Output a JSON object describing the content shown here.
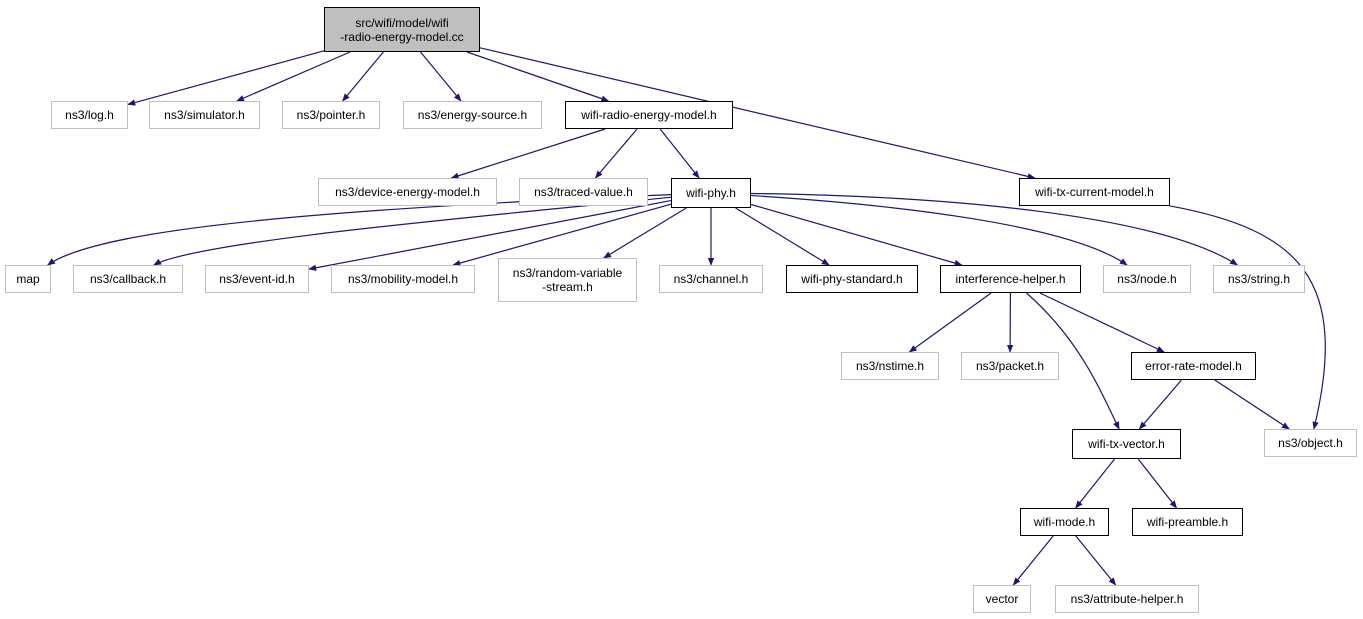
{
  "nodes": {
    "root": "src/wifi/model/wifi\n-radio-energy-model.cc",
    "log": "ns3/log.h",
    "simulator": "ns3/simulator.h",
    "pointer": "ns3/pointer.h",
    "energy_source": "ns3/energy-source.h",
    "wifi_radio_energy_model": "wifi-radio-energy-model.h",
    "device_energy_model": "ns3/device-energy-model.h",
    "traced_value": "ns3/traced-value.h",
    "wifi_phy": "wifi-phy.h",
    "wifi_tx_current_model": "wifi-tx-current-model.h",
    "map": "map",
    "callback": "ns3/callback.h",
    "event_id": "ns3/event-id.h",
    "mobility_model": "ns3/mobility-model.h",
    "random_variable_stream": "ns3/random-variable\n-stream.h",
    "channel": "ns3/channel.h",
    "wifi_phy_standard": "wifi-phy-standard.h",
    "interference_helper": "interference-helper.h",
    "node": "ns3/node.h",
    "string": "ns3/string.h",
    "nstime": "ns3/nstime.h",
    "packet": "ns3/packet.h",
    "error_rate_model": "error-rate-model.h",
    "wifi_tx_vector": "wifi-tx-vector.h",
    "object": "ns3/object.h",
    "wifi_mode": "wifi-mode.h",
    "wifi_preamble": "wifi-preamble.h",
    "vector": "vector",
    "attribute_helper": "ns3/attribute-helper.h"
  },
  "edges": [
    [
      "root",
      "log"
    ],
    [
      "root",
      "simulator"
    ],
    [
      "root",
      "pointer"
    ],
    [
      "root",
      "energy_source"
    ],
    [
      "root",
      "wifi_radio_energy_model"
    ],
    [
      "root",
      "wifi_tx_current_model"
    ],
    [
      "wifi_radio_energy_model",
      "device_energy_model"
    ],
    [
      "wifi_radio_energy_model",
      "traced_value"
    ],
    [
      "wifi_radio_energy_model",
      "wifi_phy"
    ],
    [
      "wifi_phy",
      "map"
    ],
    [
      "wifi_phy",
      "callback"
    ],
    [
      "wifi_phy",
      "event_id"
    ],
    [
      "wifi_phy",
      "mobility_model"
    ],
    [
      "wifi_phy",
      "random_variable_stream"
    ],
    [
      "wifi_phy",
      "channel"
    ],
    [
      "wifi_phy",
      "wifi_phy_standard"
    ],
    [
      "wifi_phy",
      "interference_helper"
    ],
    [
      "wifi_phy",
      "node"
    ],
    [
      "wifi_phy",
      "string"
    ],
    [
      "wifi_tx_current_model",
      "object"
    ],
    [
      "interference_helper",
      "nstime"
    ],
    [
      "interference_helper",
      "packet"
    ],
    [
      "interference_helper",
      "error_rate_model"
    ],
    [
      "interference_helper",
      "wifi_tx_vector"
    ],
    [
      "error_rate_model",
      "wifi_tx_vector"
    ],
    [
      "error_rate_model",
      "object"
    ],
    [
      "wifi_tx_vector",
      "wifi_mode"
    ],
    [
      "wifi_tx_vector",
      "wifi_preamble"
    ],
    [
      "wifi_mode",
      "vector"
    ],
    [
      "wifi_mode",
      "attribute_helper"
    ]
  ],
  "colors": {
    "edge": "#191970",
    "external_border": "#bfbfbf",
    "root_fill": "#bfbfbf"
  }
}
